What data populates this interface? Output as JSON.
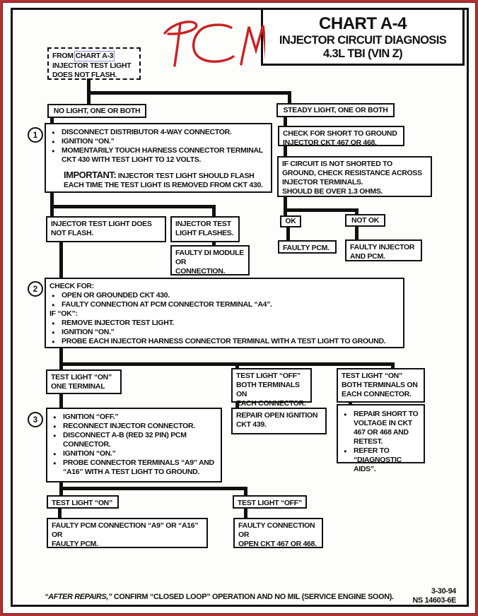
{
  "colors": {
    "frame_red": "#b23030",
    "ink": "#101010",
    "link_blue": "#8d8dcb",
    "marker_red": "#c92222"
  },
  "header": {
    "title": "CHART A-4",
    "subtitle1": "INJECTOR CIRCUIT DIAGNOSIS",
    "subtitle2": "4.3L  TBI  (VIN Z)"
  },
  "marker": {
    "text": "PCM"
  },
  "start": {
    "prefix": "FROM",
    "link": "CHART A-3",
    "lines": [
      "INJECTOR TEST LIGHT",
      "DOES NOT FLASH."
    ]
  },
  "no_light": {
    "label": "NO LIGHT, ONE OR BOTH"
  },
  "steady_light": {
    "label": "STEADY LIGHT, ONE OR BOTH"
  },
  "step1": {
    "number": "1",
    "bullets": [
      "DISCONNECT DISTRIBUTOR 4-WAY CONNECTOR.",
      "IGNITION “ON.”",
      "MOMENTARILY TOUCH HARNESS CONNECTOR TERMINAL CKT 430 WITH TEST LIGHT TO 12 VOLTS."
    ],
    "important_label": "IMPORTANT:",
    "important_text": " INJECTOR TEST LIGHT SHOULD FLASH EACH TIME THE TEST LIGHT IS REMOVED FROM CKT 430."
  },
  "not_flash": {
    "lines": [
      "INJECTOR TEST LIGHT DOES",
      "NOT FLASH."
    ]
  },
  "flashes": {
    "lines": [
      "INJECTOR TEST",
      "LIGHT FLASHES."
    ]
  },
  "faulty_di": {
    "lines": [
      "FAULTY DI MODULE",
      "OR",
      "CONNECTION."
    ]
  },
  "check_short": {
    "lines": [
      "CHECK FOR SHORT TO GROUND",
      "INJECTOR CKT 467 OR 468."
    ]
  },
  "if_circuit": {
    "lines": [
      "IF CIRCUIT IS NOT SHORTED TO",
      "GROUND, CHECK RESISTANCE ACROSS",
      "INJECTOR TERMINALS.",
      "SHOULD BE OVER 1.3 OHMS."
    ]
  },
  "ok": {
    "label": "OK"
  },
  "not_ok": {
    "label": "NOT OK"
  },
  "faulty_pcm": {
    "label": "FAULTY PCM."
  },
  "faulty_injector": {
    "lines": [
      "FAULTY INJECTOR",
      "AND PCM."
    ]
  },
  "step2": {
    "number": "2",
    "check_label": "CHECK FOR:",
    "bullets_a": [
      "OPEN OR GROUNDED CKT 430.",
      "FAULTY CONNECTION AT PCM CONNECTOR TERMINAL “A4”."
    ],
    "if_label": "IF “OK”:",
    "bullets_b": [
      "REMOVE INJECTOR TEST LIGHT.",
      "IGNITION “ON.”",
      "PROBE EACH  INJECTOR HARNESS CONNECTOR TERMINAL WITH A TEST LIGHT TO GROUND."
    ]
  },
  "tl_on_one": {
    "lines": [
      "TEST LIGHT “ON”",
      "ONE TERMINAL"
    ]
  },
  "tl_off_both": {
    "lines": [
      "TEST LIGHT “OFF”",
      "BOTH TERMINALS ON",
      "EACH CONNECTOR."
    ]
  },
  "tl_on_both": {
    "lines": [
      "TEST LIGHT “ON”",
      "BOTH TERMINALS ON",
      "EACH CONNECTOR."
    ]
  },
  "step3": {
    "number": "3",
    "bullets": [
      "IGNITION “OFF.”",
      "RECONNECT INJECTOR CONNECTOR.",
      "DISCONNECT A-B (RED 32 PIN) PCM CONNECTOR.",
      "IGNITION “ON.”",
      "PROBE CONNECTOR TERMINALS “A9” AND “A16” WITH A TEST LIGHT TO GROUND."
    ]
  },
  "repair_open": {
    "lines": [
      "REPAIR OPEN IGNITION",
      "CKT 439."
    ]
  },
  "repair_short": {
    "bullets": [
      "REPAIR SHORT TO VOLTAGE IN CKT 467 OR 468 AND RETEST.",
      "REFER TO “DIAGNOSTIC AIDS”."
    ]
  },
  "tl_on_final": {
    "label": "TEST LIGHT “ON”"
  },
  "tl_off_final": {
    "label": "TEST LIGHT “OFF”"
  },
  "faulty_pcm_conn": {
    "lines": [
      "FAULTY PCM CONNECTION “A9” OR “A16”",
      "OR",
      "FAULTY PCM."
    ]
  },
  "faulty_conn": {
    "lines": [
      "FAULTY CONNECTION",
      "OR",
      "OPEN CKT  467 OR 468."
    ]
  },
  "footer": {
    "note_italic": "“AFTER REPAIRS,”",
    "note_rest": " CONFIRM “CLOSED LOOP” OPERATION AND NO MIL (SERVICE ENGINE SOON).",
    "date": "3-30-94",
    "doc": "NS 14603-6E"
  }
}
